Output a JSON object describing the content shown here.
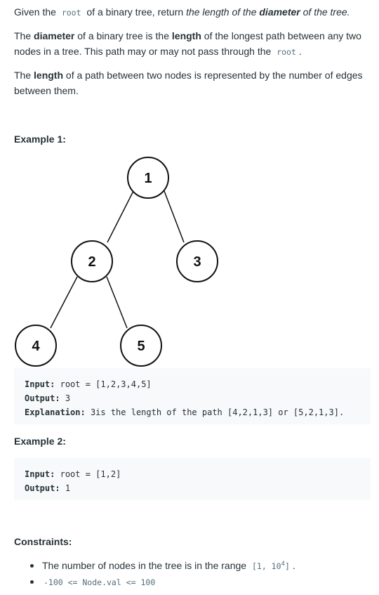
{
  "intro": {
    "p1": {
      "a": "Given the",
      "code": "root",
      "b": "of a binary tree, return",
      "c": "the length of the",
      "d": "diameter",
      "e": "of the tree."
    },
    "p2": {
      "a": "The",
      "b": "diameter",
      "c": "of a binary tree is the",
      "d": "length",
      "e": "of the longest path between any two nodes in a tree. This path may or may not pass through the",
      "code": "root",
      "f": "."
    },
    "p3": {
      "a": "The",
      "b": "length",
      "c": "of a path between two nodes is represented by the number of edges between them."
    }
  },
  "example1": {
    "heading": "Example 1:",
    "tree_nodes": [
      "1",
      "2",
      "3",
      "4",
      "5"
    ],
    "input_label": "Input:",
    "input_value": "root = [1,2,3,4,5]",
    "output_label": "Output:",
    "output_value": "3",
    "explanation_label": "Explanation:",
    "explanation_value": "3is the length of the path [4,2,1,3] or [5,2,1,3]."
  },
  "example2": {
    "heading": "Example 2:",
    "input_label": "Input:",
    "input_value": "root = [1,2]",
    "output_label": "Output:",
    "output_value": "1"
  },
  "constraints": {
    "heading": "Constraints:",
    "item1": {
      "text": "The number of nodes in the tree is in the range",
      "range_open": "[1, 10",
      "sup": "4",
      "range_close": "]",
      "end": "."
    },
    "item2": {
      "code": "-100 <= Node.val <= 100"
    }
  }
}
